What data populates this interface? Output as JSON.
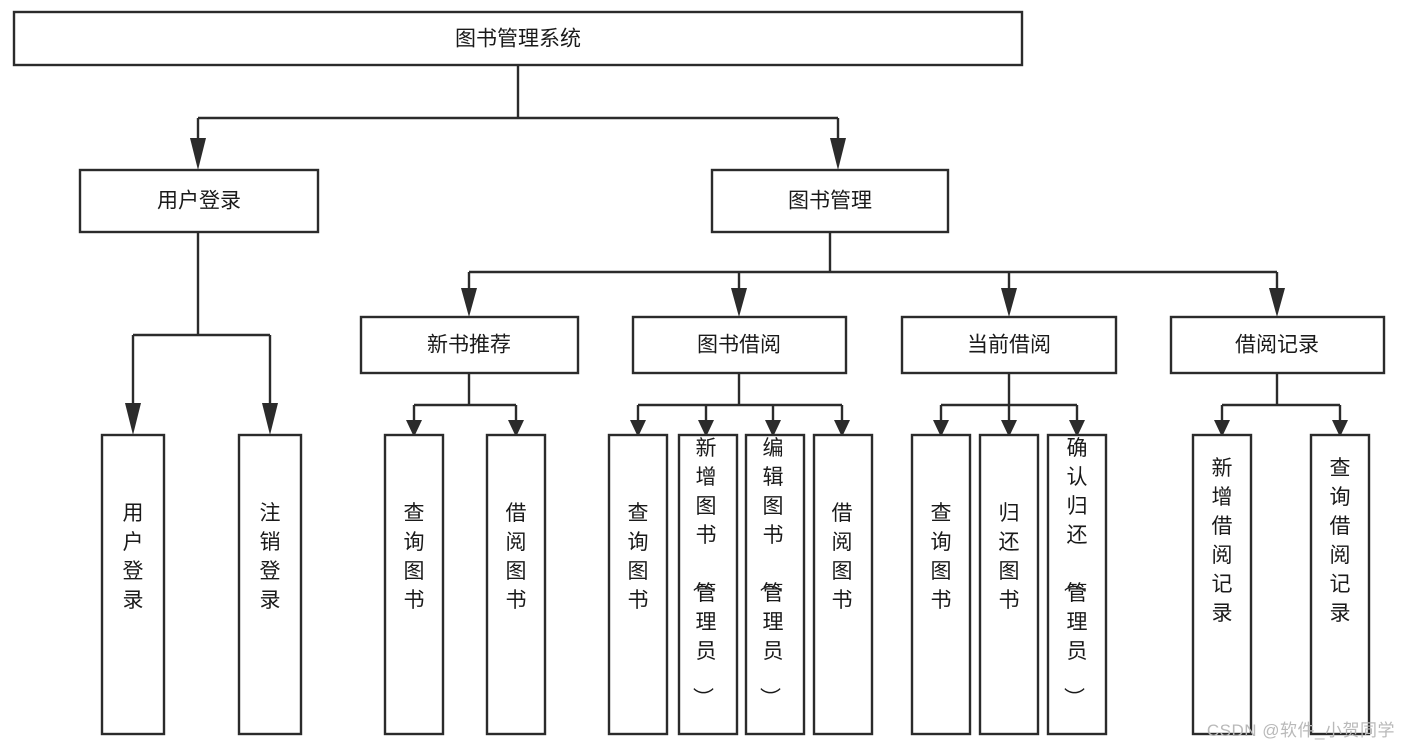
{
  "diagram": {
    "type": "tree",
    "title": "图书管理系统",
    "orientation": "top-down",
    "colors": {
      "box_stroke": "#2b2b2b",
      "box_fill": "#ffffff",
      "connector": "#2b2b2b",
      "text": "#1a1a1a",
      "background": "#ffffff",
      "watermark": "#b9b9b9"
    },
    "root": {
      "id": "root",
      "label": "图书管理系统",
      "text_orientation": "horizontal"
    },
    "level2": [
      {
        "id": "user-login",
        "label": "用户登录",
        "text_orientation": "horizontal"
      },
      {
        "id": "book-manage",
        "label": "图书管理",
        "text_orientation": "horizontal"
      }
    ],
    "level3": [
      {
        "id": "new-book-recommend",
        "label": "新书推荐",
        "parent": "book-manage",
        "text_orientation": "horizontal"
      },
      {
        "id": "book-borrow",
        "label": "图书借阅",
        "parent": "book-manage",
        "text_orientation": "horizontal"
      },
      {
        "id": "current-borrow",
        "label": "当前借阅",
        "parent": "book-manage",
        "text_orientation": "horizontal"
      },
      {
        "id": "borrow-record",
        "label": "借阅记录",
        "parent": "book-manage",
        "text_orientation": "horizontal"
      }
    ],
    "leaves": [
      {
        "id": "leaf-user-login",
        "label": "用户登录",
        "parent": "user-login",
        "text_orientation": "vertical"
      },
      {
        "id": "leaf-user-logout",
        "label": "注销登录",
        "parent": "user-login",
        "text_orientation": "vertical"
      },
      {
        "id": "leaf-query-book-1",
        "label": "查询图书",
        "parent": "new-book-recommend",
        "text_orientation": "vertical"
      },
      {
        "id": "leaf-borrow-book-1",
        "label": "借阅图书",
        "parent": "new-book-recommend",
        "text_orientation": "vertical"
      },
      {
        "id": "leaf-query-book-2",
        "label": "查询图书",
        "parent": "book-borrow",
        "text_orientation": "vertical"
      },
      {
        "id": "leaf-add-book",
        "label": "新增图书（管理员）",
        "parent": "book-borrow",
        "text_orientation": "vertical"
      },
      {
        "id": "leaf-edit-book",
        "label": "编辑图书（管理员）",
        "parent": "book-borrow",
        "text_orientation": "vertical"
      },
      {
        "id": "leaf-borrow-book-2",
        "label": "借阅图书",
        "parent": "book-borrow",
        "text_orientation": "vertical"
      },
      {
        "id": "leaf-query-book-3",
        "label": "查询图书",
        "parent": "current-borrow",
        "text_orientation": "vertical"
      },
      {
        "id": "leaf-return-book",
        "label": "归还图书",
        "parent": "current-borrow",
        "text_orientation": "vertical"
      },
      {
        "id": "leaf-confirm-return",
        "label": "确认归还（管理员）",
        "parent": "current-borrow",
        "text_orientation": "vertical"
      },
      {
        "id": "leaf-add-record",
        "label": "新增借阅记录",
        "parent": "borrow-record",
        "text_orientation": "vertical"
      },
      {
        "id": "leaf-query-record",
        "label": "查询借阅记录",
        "parent": "borrow-record",
        "text_orientation": "vertical"
      }
    ]
  },
  "watermark": {
    "label": "CSDN @软件_小贺同学"
  }
}
